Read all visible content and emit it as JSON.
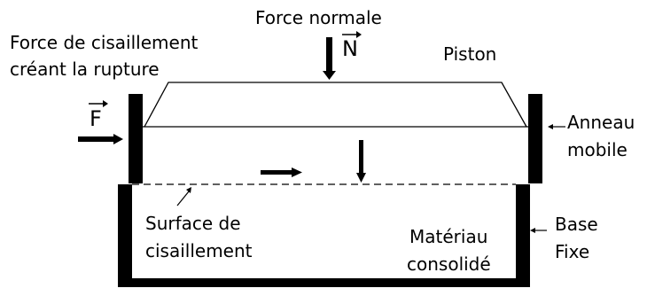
{
  "labels": {
    "force_normale": "Force normale",
    "n_symbol": "N",
    "piston": "Piston",
    "force_cisaillement_line1": "Force de cisaillement",
    "force_cisaillement_line2": "créant la rupture",
    "f_symbol": "F",
    "anneau_line1": "Anneau",
    "anneau_line2": "mobile",
    "surface_line1": "Surface de",
    "surface_line2": "cisaillement",
    "base_line1": "Base",
    "base_line2": "Fixe",
    "materiau_line1": "Matériau",
    "materiau_line2": "consolidé"
  }
}
